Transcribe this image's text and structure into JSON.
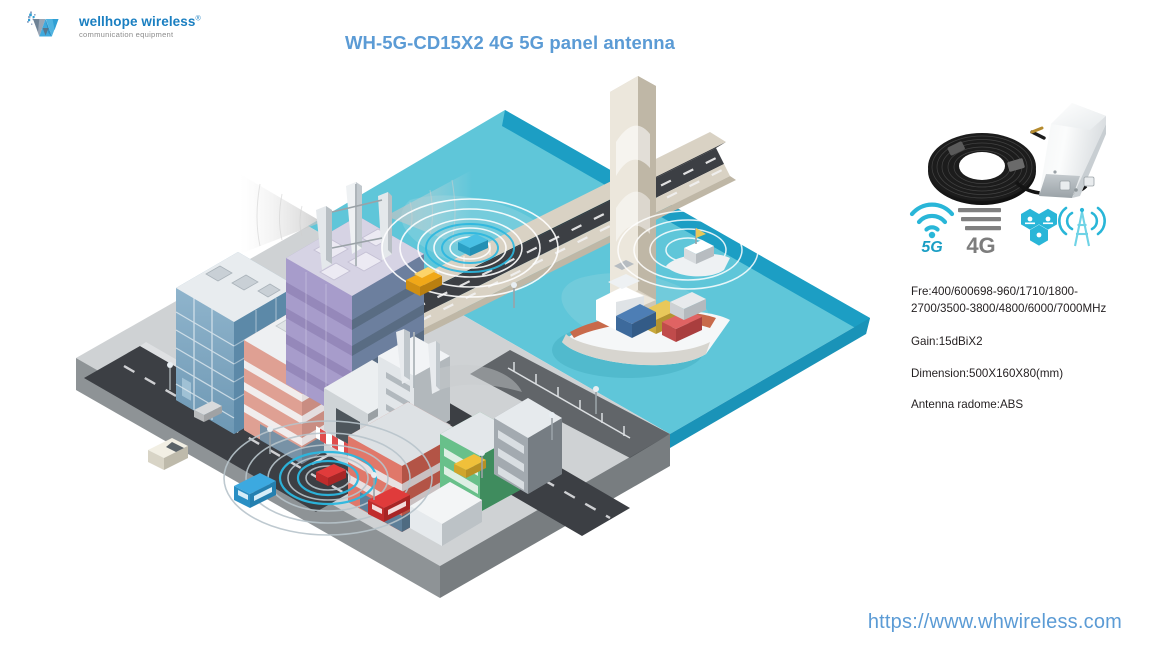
{
  "brand": {
    "logo_name": "wellhope wireless",
    "logo_registered": "®",
    "logo_tagline": "communication equipment",
    "logo_mark_icon": "wellhope-w-logo-icon",
    "brand_blue": "#1a7fc1",
    "title_blue": "#5b9bd5"
  },
  "header": {
    "title": "WH-5G-CD15X2 4G 5G panel antenna"
  },
  "product": {
    "image_name": "panel-antenna-photo",
    "alt": "white rectangular panel antenna with coiled black cables"
  },
  "badges": {
    "items": [
      {
        "icon": "5g-wifi-icon",
        "label": "5G",
        "color": "#29b6d8"
      },
      {
        "icon": "4g-signal-icon",
        "label": "4G",
        "color": "#7d7d7d"
      },
      {
        "icon": "iot-hexagon-icon",
        "label": "",
        "color": "#29b6d8"
      },
      {
        "icon": "cell-tower-icon",
        "label": "",
        "color": "#29b6d8"
      }
    ]
  },
  "specs": {
    "lines": [
      "Fre:400/600698-960/1710/1800-2700/3500-3800/4800/6000/7000MHz",
      "Gain:15dBiX2",
      "Dimension:500X160X80(mm)",
      "Antenna radome:ABS"
    ]
  },
  "footer": {
    "url": "https://www.whwireless.com"
  },
  "scene": {
    "name": "isometric-smart-city-illustration",
    "colors": {
      "water_light": "#5fc6d9",
      "water_mid": "#4fb8cd",
      "water_dark_edge": "#1c9ec4",
      "water_shadow": "#79cddc",
      "ground_top": "#cfd2d4",
      "ground_side": "#8e9396",
      "ground_side_dark": "#7d8285",
      "road": "#3c3f44",
      "road_light": "#4a4e53",
      "sidewalk": "#e4e6e8",
      "bridge": "#d9d2c4",
      "bridge_shade": "#bfb7a6",
      "bridge_light": "#ece7dc",
      "signal_cyan": "#2bb8e0",
      "signal_cone": "#d8d8d8",
      "tower_metal": "#d8dce0"
    },
    "elements": [
      "cell-tower-antennas",
      "purple-skyscraper",
      "blue-glass-tower",
      "salmon-building",
      "colorful-row-buildings",
      "suspension-bridge",
      "container-ship",
      "small-boat",
      "connected-cars",
      "street-lamps"
    ]
  }
}
